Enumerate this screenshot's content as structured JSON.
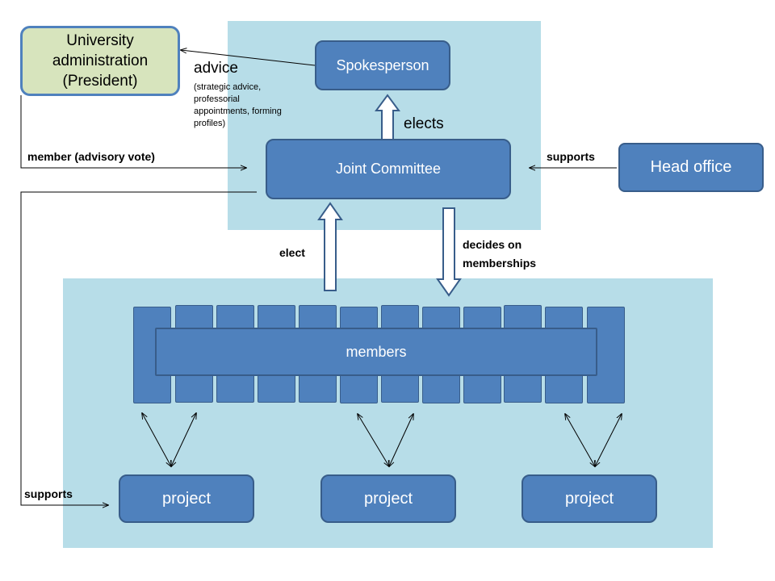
{
  "nodes": {
    "university_administration": "University\nadministration\n(President)",
    "spokesperson": "Spokesperson",
    "joint_committee": "Joint Committee",
    "head_office": "Head office",
    "members": "members",
    "projects": [
      "project",
      "project",
      "project"
    ]
  },
  "labels": {
    "advice": "advice",
    "advice_details": "(strategic advice,\nprofessorial\nappointments,  forming\nprofiles)",
    "elects": "elects",
    "member_advisory_vote": "member (advisory vote)",
    "supports_head_office": "supports",
    "elect": "elect",
    "decides_on_memberships": "decides on\nmemberships",
    "supports_projects": "supports"
  },
  "colors": {
    "panel": "#b7dde8",
    "box_fill": "#4f81bd",
    "box_border": "#385d8a",
    "admin_fill": "#d7e4bd"
  }
}
